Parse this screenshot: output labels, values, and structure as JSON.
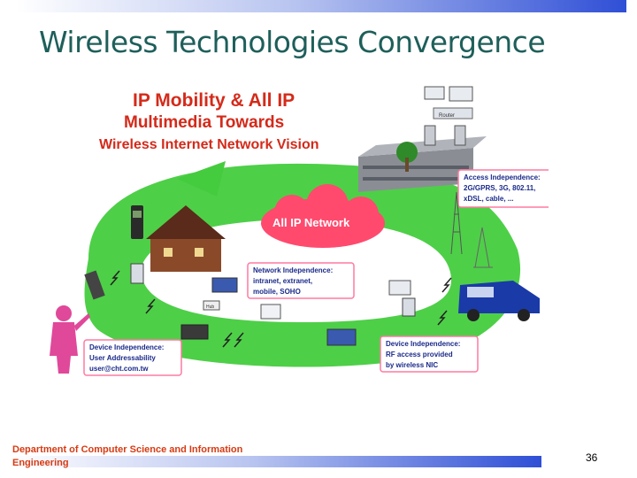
{
  "slide": {
    "title": "Wireless Technologies Convergence",
    "page_number": "36",
    "footer": "Department of Computer Science and Information Engineering"
  },
  "diagram": {
    "headline": [
      "IP Mobility & All IP",
      "Multimedia Towards",
      "Wireless Internet Network Vision"
    ],
    "cloud_label": "All IP Network",
    "router_label": "Router",
    "hub_label": "Hub",
    "access_box": [
      "Access Independence:",
      "2G/GPRS, 3G, 802.11,",
      "xDSL, cable, ..."
    ],
    "network_box": [
      "Network Independence:",
      "intranet, extranet,",
      "mobile, SOHO"
    ],
    "device_box_left": [
      "Device Independence:",
      "User Addressability",
      "user@cht.com.tw"
    ],
    "device_box_right": [
      "Device Independence:",
      "RF access provided",
      "by wireless NIC"
    ],
    "colors": {
      "headline": "#d42a1a",
      "arc": "#3ec93a",
      "cloud": "#ff4a6e",
      "person": "#e0489a",
      "label_text": "#1a2a8a",
      "van": "#1a3aa8"
    }
  }
}
